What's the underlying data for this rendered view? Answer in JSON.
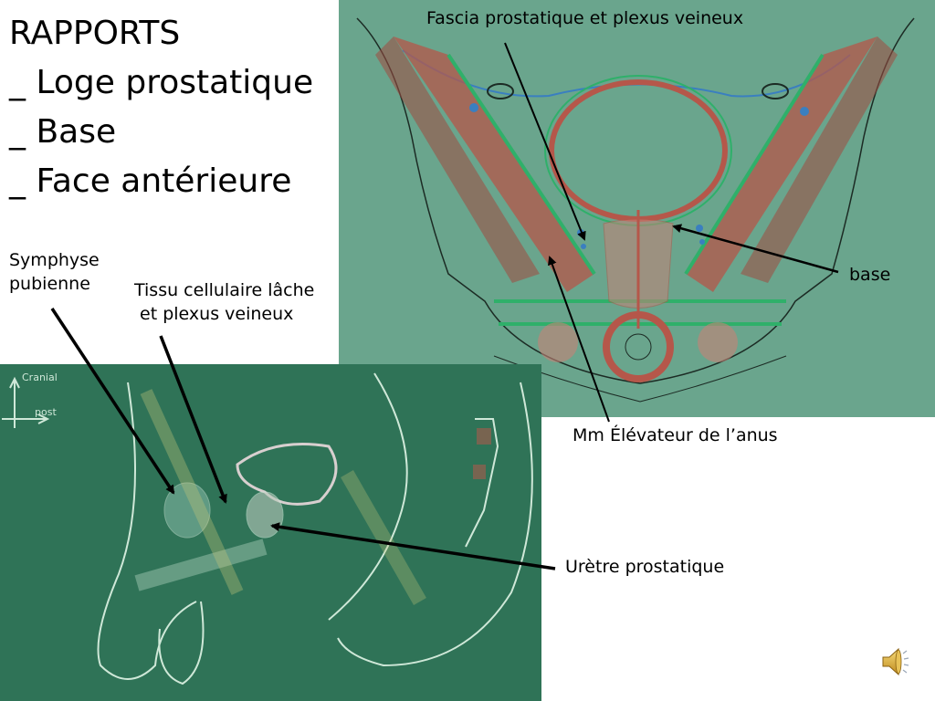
{
  "slide": {
    "title_lines": [
      "RAPPORTS",
      "_ Loge prostatique",
      "_ Base",
      "_ Face antérieure"
    ],
    "labels": {
      "symphyse_line1": "Symphyse",
      "symphyse_line2": "pubienne",
      "tissu_line1": "Tissu cellulaire lâche",
      "tissu_line2": " et plexus veineux",
      "fascia": "Fascia prostatique et plexus veineux",
      "base": "base",
      "elevateur": "Mm Élévateur de l’anus",
      "uretre": "Urètre prostatique"
    },
    "chalk_orientation": {
      "up": "Cranial",
      "right": "post"
    },
    "audio_icon": "speaker-icon",
    "colors": {
      "top_image_bg": "#6aa58d",
      "bottom_image_bg": "#2f7357",
      "muscle": "#b5574a",
      "fascia_green": "#2fb06a",
      "vein_blue": "#3a7fc0",
      "chalk": "#cfe8d8"
    }
  }
}
